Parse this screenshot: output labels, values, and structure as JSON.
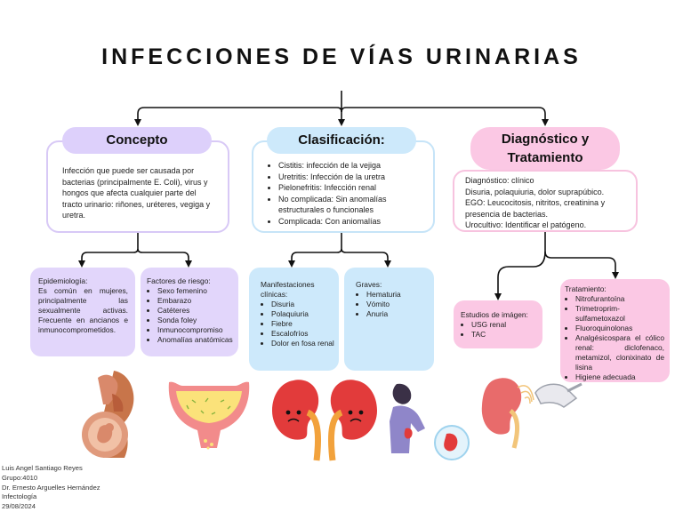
{
  "title": "INFECCIONES DE VÍAS URINARIAS",
  "sections": {
    "concepto": {
      "label": "Concepto",
      "text": "Infección que puede ser causada por bacterias (principalmente E. Coli), virus y hongos que afecta cualquier parte del tracto urinario: riñones, uréteres, vegiga y uretra."
    },
    "clasificacion": {
      "label": "Clasificación:",
      "items": [
        "Cistitis: infección de la vejiga",
        "Uretritis: Infección de la uretra",
        "Pielonefritis: Infección renal",
        "No complicada: Sin anomalías estructurales o funcionales",
        "Complicada: Con aniomalías"
      ]
    },
    "diagnostico": {
      "label_line1": "Diagnóstico y",
      "label_line2": "Tratamiento",
      "lines": [
        "Diagnóstico: clínico",
        "Disuria, polaquiuria, dolor suprapúbico.",
        "EGO: Leucocitosis, nitritos, creatinina y presencia de bacterias.",
        "Urocultivo: Identificar el patógeno."
      ]
    }
  },
  "epidemiologia": {
    "title": "Epidemiología:",
    "text": "Es común en mujeres, principalmente las sexualmente activas. Frecuente en ancianos e inmunocomprometidos."
  },
  "factores": {
    "title": "Factores de riesgo:",
    "items": [
      "Sexo femenino",
      "Embarazo",
      "Catéteres",
      "Sonda foley",
      "Inmunocompromiso",
      "Anomalías anatómicas"
    ]
  },
  "manifestaciones": {
    "title": "Manifestaciones clínicas:",
    "items": [
      "Disuria",
      "Polaquiuria",
      "Fiebre",
      "Escalofríos",
      "Dolor en fosa renal"
    ]
  },
  "graves": {
    "title": "Graves:",
    "items": [
      "Hematuria",
      "Vómito",
      "Anuria"
    ]
  },
  "estudios": {
    "title": "Estudios de imágen:",
    "items": [
      "USG renal",
      "TAC"
    ]
  },
  "tratamiento": {
    "title": "Tratamiento:",
    "items": [
      "Nitrofurantoína",
      "Trimetroprim-sulfametoxazol",
      "Fluoroquinolonas",
      "Analgésicospara el cólico renal: diclofenaco, metamizol, clonixinato de lisina",
      "Higiene adecuada"
    ]
  },
  "footer": {
    "author": "Luis Angel Santiago Reyes",
    "group": "Grupo:4010",
    "teacher": "Dr. Ernesto Arguelles Hernández",
    "subject": "Infectología",
    "date": "29/08/2024"
  },
  "colors": {
    "purple": "#ddd0fb",
    "blue": "#cde9fb",
    "pink": "#fbc8e4",
    "kidney": "#e23b3b"
  },
  "illustrations": [
    "pregnant-woman-icon",
    "bladder-icon",
    "kidneys-icon",
    "back-pain-woman-icon",
    "kidney-ultrasound-icon"
  ]
}
